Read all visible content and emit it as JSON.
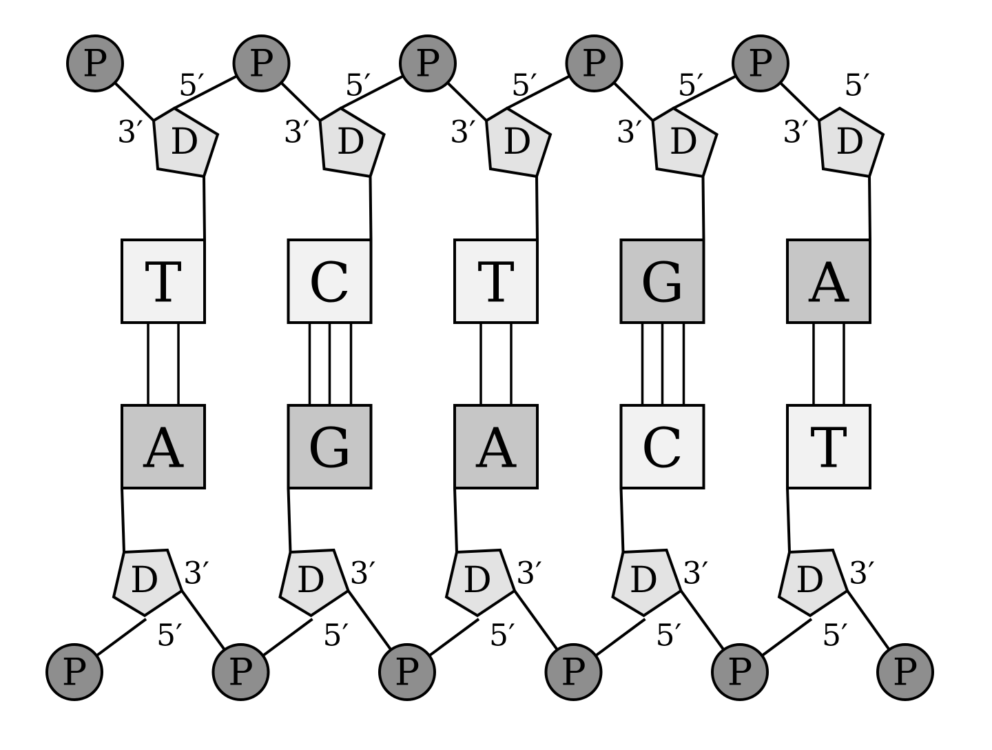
{
  "labels": {
    "phosphate": "P",
    "deoxyribose": "D",
    "prime3": "3′",
    "prime5": "5′"
  },
  "colors": {
    "phosphate_fill": "#8e8e8e",
    "sugar_fill": "#e3e3e3",
    "pyrimidine_fill": "#f2f2f2",
    "purine_fill": "#c6c6c6",
    "stroke": "#000000",
    "background": "#ffffff"
  },
  "top_strand": {
    "bases": [
      "T",
      "C",
      "T",
      "G",
      "A"
    ],
    "phosphate_count": 5
  },
  "bottom_strand": {
    "bases": [
      "A",
      "G",
      "A",
      "C",
      "T"
    ],
    "phosphate_count": 6
  },
  "pairs": [
    {
      "top": "T",
      "bottom": "A",
      "hydrogen_bonds": 2
    },
    {
      "top": "C",
      "bottom": "G",
      "hydrogen_bonds": 3
    },
    {
      "top": "T",
      "bottom": "A",
      "hydrogen_bonds": 2
    },
    {
      "top": "G",
      "bottom": "C",
      "hydrogen_bonds": 3
    },
    {
      "top": "A",
      "bottom": "T",
      "hydrogen_bonds": 2
    }
  ]
}
